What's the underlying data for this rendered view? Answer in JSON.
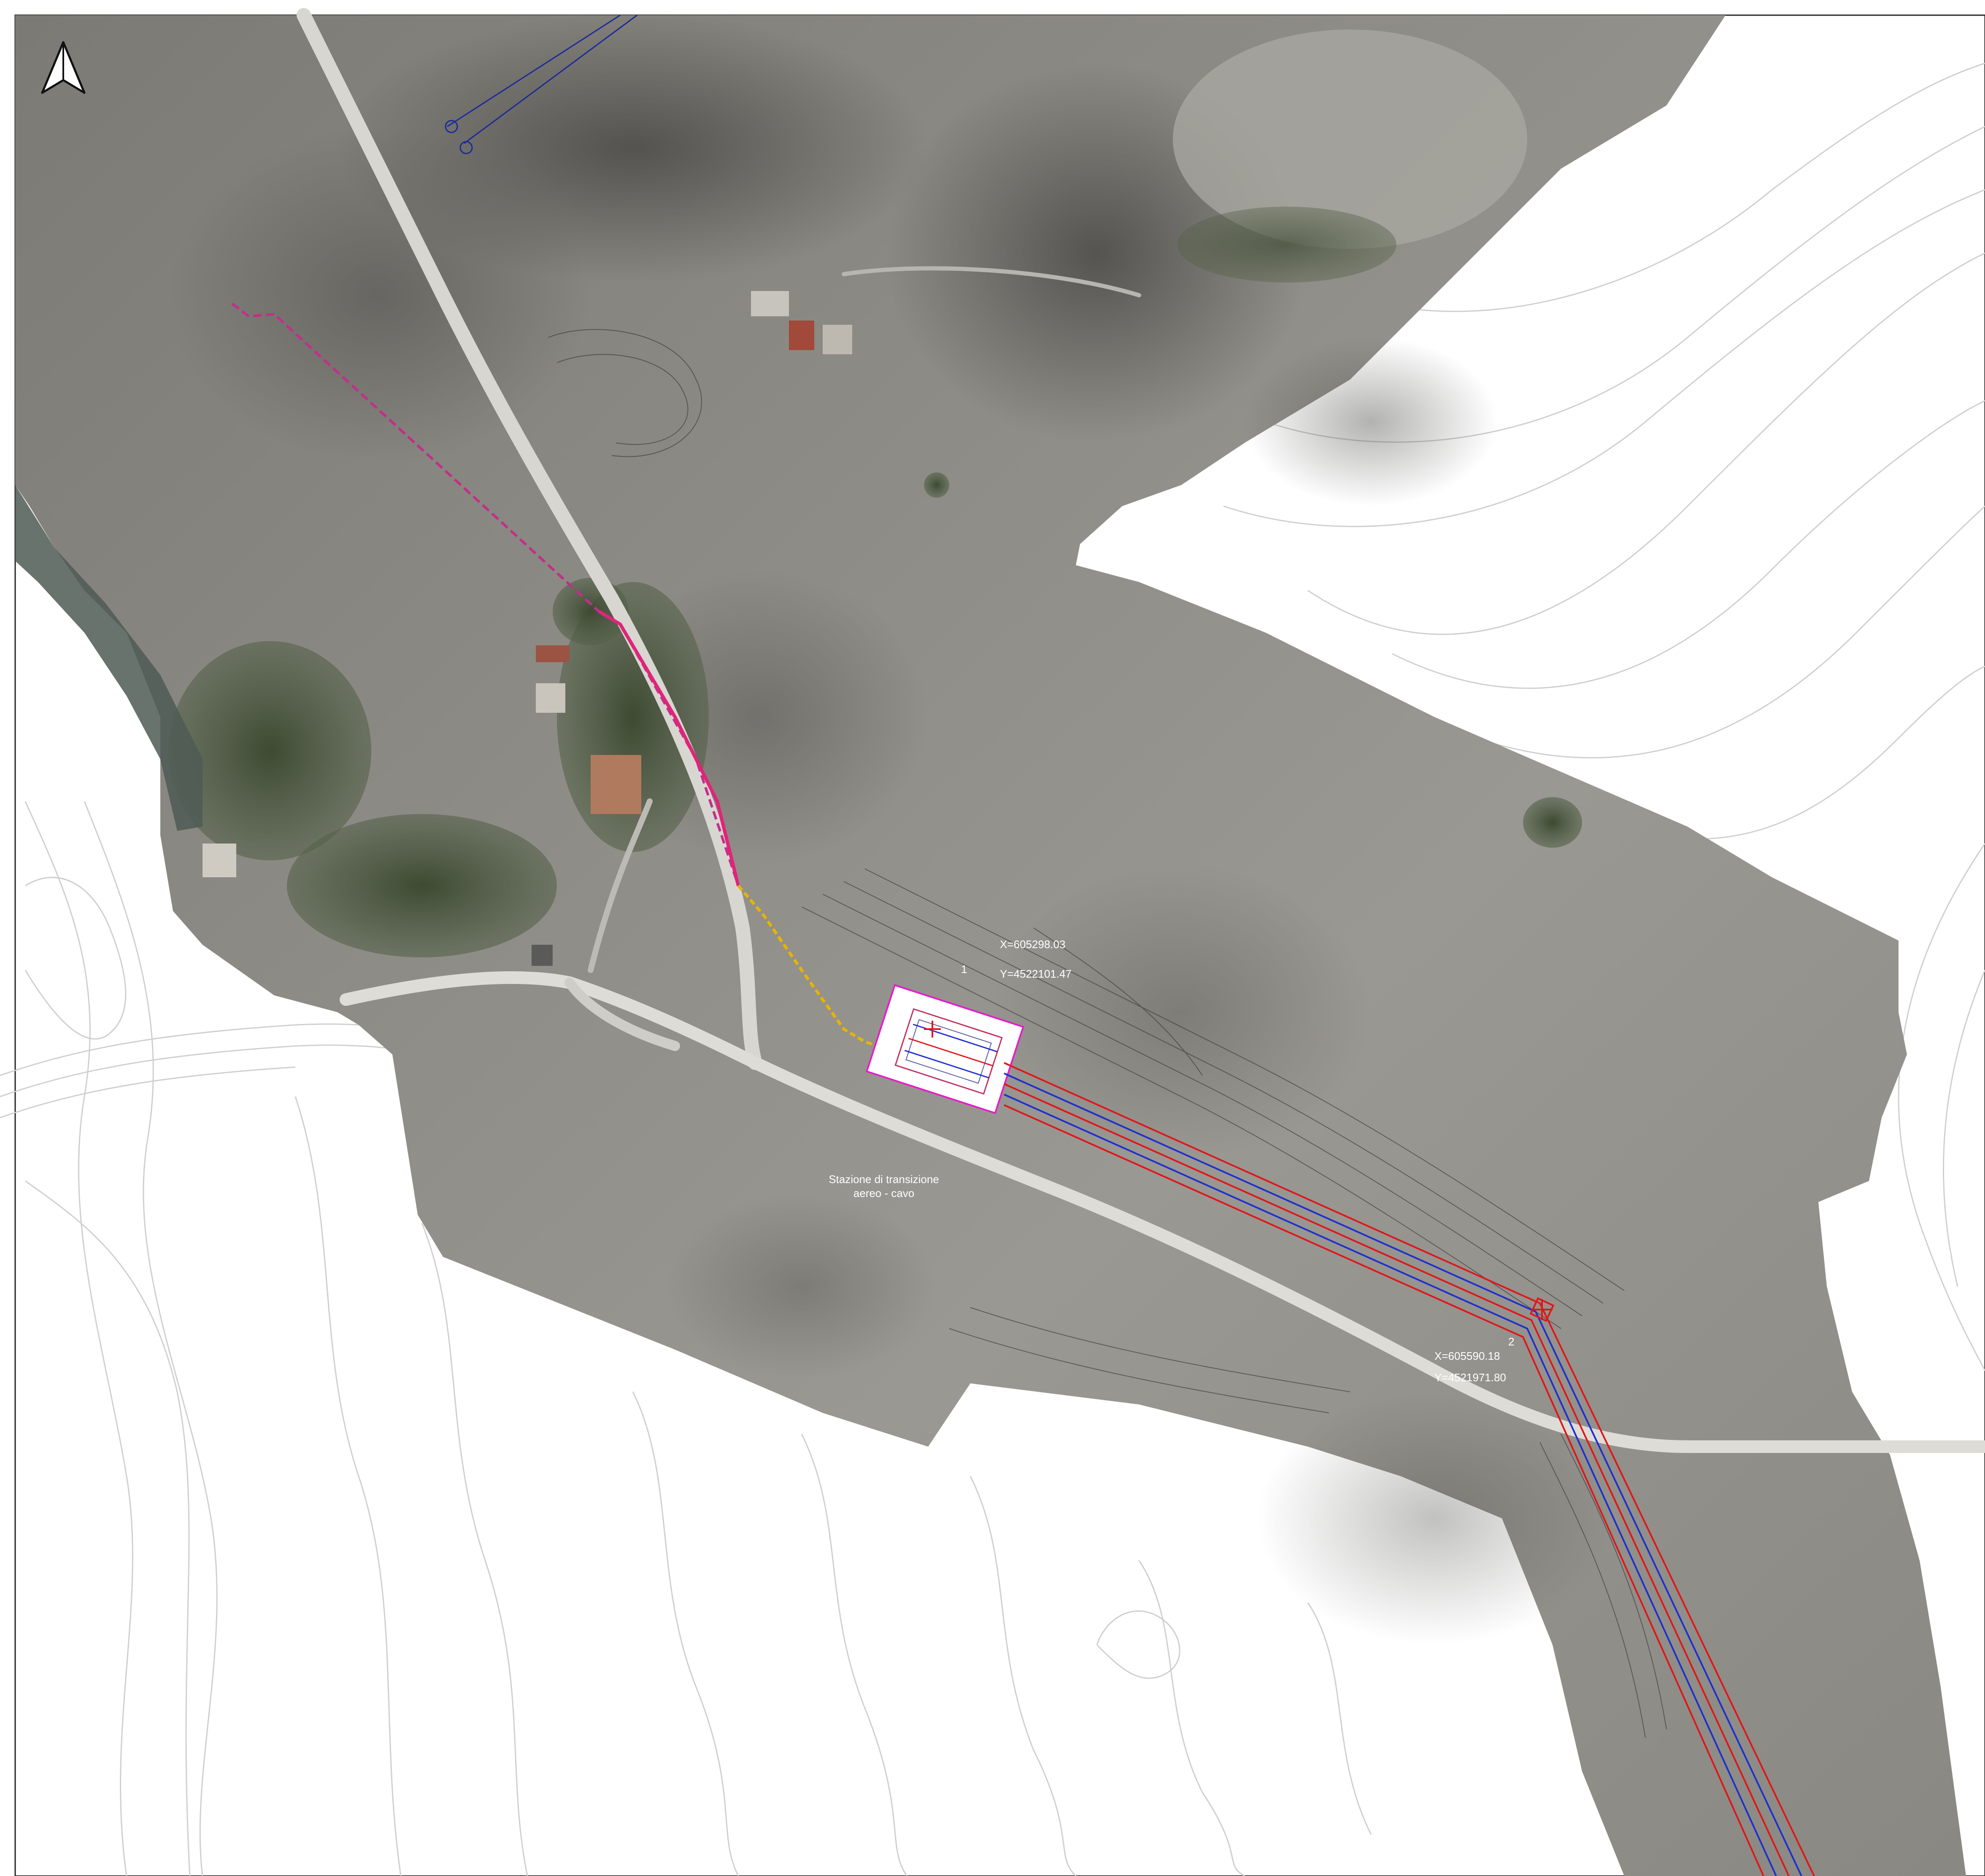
{
  "map": {
    "north_label": "",
    "point_1": {
      "id": "1",
      "x": "X=605298.03",
      "y": "Y=4522101.47"
    },
    "point_2": {
      "id": "2",
      "x": "X=605590.18",
      "y": "Y=4521971.80"
    },
    "station_label_line1": "Stazione di transizione",
    "station_label_line2": "aereo - cavo"
  },
  "colors": {
    "cable_red": "#e0161b",
    "cable_blue": "#1f2fd0",
    "overhead_magenta": "#e0247a",
    "overhead_yellow": "#e6b400",
    "station_outline": "#e81bcb",
    "terrain_dark": "#6f6d69",
    "terrain_light": "#9a9892",
    "contour": "#c8c8c8"
  }
}
